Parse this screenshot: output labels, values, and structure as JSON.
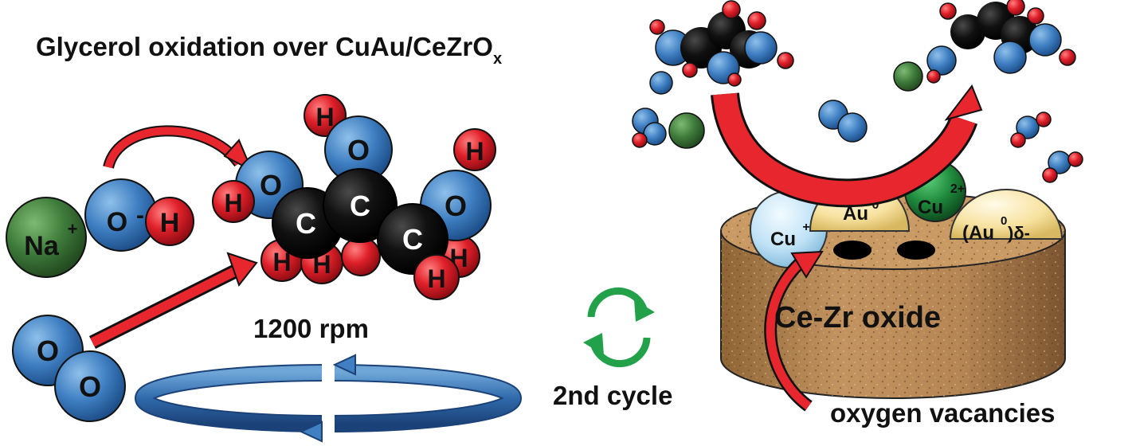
{
  "title": {
    "main": "Glycerol oxidation over CuAu/CeZrO",
    "subscript": "x"
  },
  "labels": {
    "stir_speed": "1200 rpm",
    "cycle": "2nd cycle",
    "support": "Ce-Zr oxide",
    "vacancies": "oxygen vacancies"
  },
  "atoms": {
    "sodium": "Na",
    "sodium_charge": "+",
    "hydroxide": "O",
    "hydroxide_charge": "-",
    "hydrogen": "H",
    "carbon": "C",
    "oxygen": "O"
  },
  "sites": {
    "cu_plus": "Cu",
    "cu_plus_charge": "+",
    "au_zero": "Au",
    "au_zero_charge": "0",
    "cu_two_plus": "Cu",
    "cu_two_plus_charge": "2+",
    "au_delta": "(Au",
    "au_delta_sup": "0",
    "au_delta_charge": ")δ-"
  },
  "colors": {
    "oxygen": "#3f7fc2",
    "hydrogen": "#e0202a",
    "carbon": "#0a0a0a",
    "sodium": "#3d7a3a",
    "arrow": "#e8262e",
    "cycle": "#22a04a",
    "support": "#b88a55",
    "au": "#f7e2a0",
    "cu_plus": "#bfe2f6",
    "cu_two_plus": "#1f8a3c"
  }
}
